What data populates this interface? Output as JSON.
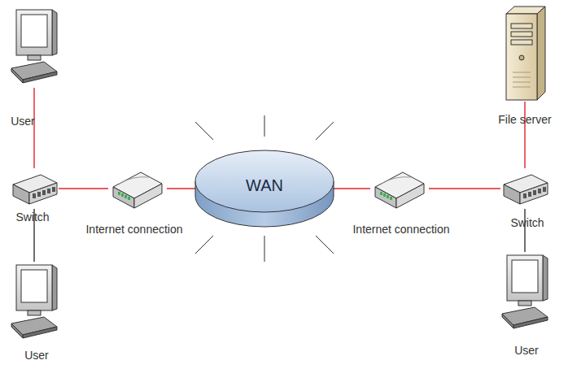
{
  "diagram": {
    "nodes": [
      {
        "text": [
          "User"
        ]
      },
      {
        "text": [
          "File server"
        ]
      },
      {
        "text": [
          "Switch"
        ]
      },
      {
        "text": [
          "Internet connection"
        ]
      },
      {
        "text": [
          "WAN"
        ]
      },
      {
        "text": [
          "Internet connection"
        ]
      },
      {
        "text": [
          "Switch"
        ]
      },
      {
        "text": [
          "User"
        ]
      },
      {
        "text": [
          "User"
        ]
      }
    ],
    "edges": [
      {
        "from": 0,
        "to": 2,
        "arrow": "none"
      },
      {
        "from": 1,
        "to": 6,
        "arrow": "none"
      },
      {
        "from": 2,
        "to": 3,
        "arrow": "none"
      },
      {
        "from": 3,
        "to": 4,
        "arrow": "none"
      },
      {
        "from": 4,
        "to": 5,
        "arrow": "none"
      },
      {
        "from": 5,
        "to": 6,
        "arrow": "none"
      },
      {
        "from": 2,
        "to": 7,
        "arrow": "none"
      },
      {
        "from": 6,
        "to": 8,
        "arrow": "none"
      }
    ]
  }
}
